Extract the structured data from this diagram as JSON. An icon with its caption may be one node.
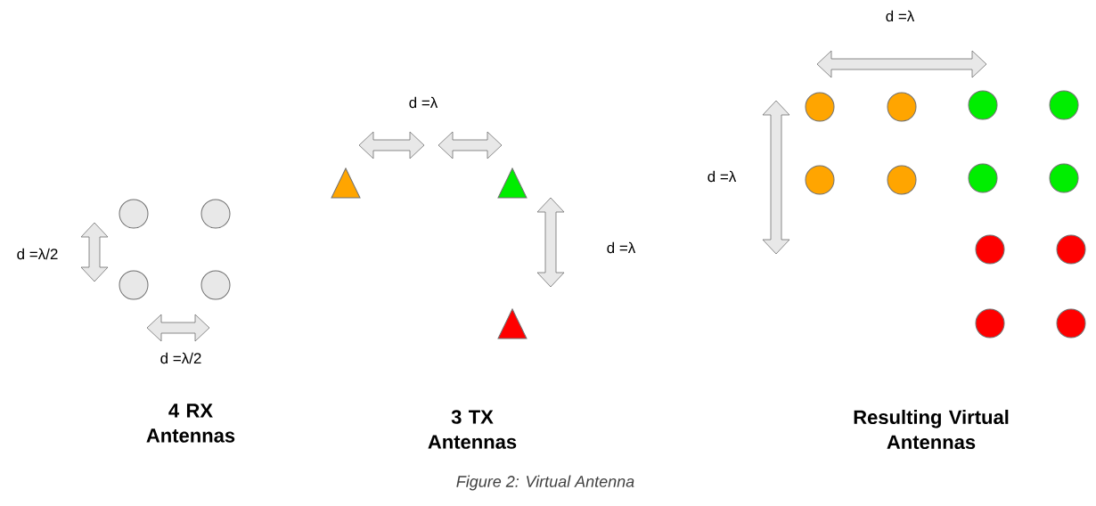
{
  "diagram": {
    "caption": "Figure 2: Virtual Antenna",
    "labels": [
      "d =λ/2",
      "d =λ/2",
      "4 RX Antennas",
      "d =λ",
      "d =λ",
      "3 TX Antennas",
      "d =λ",
      "d =λ",
      "Resulting Virtual Antennas"
    ]
  }
}
